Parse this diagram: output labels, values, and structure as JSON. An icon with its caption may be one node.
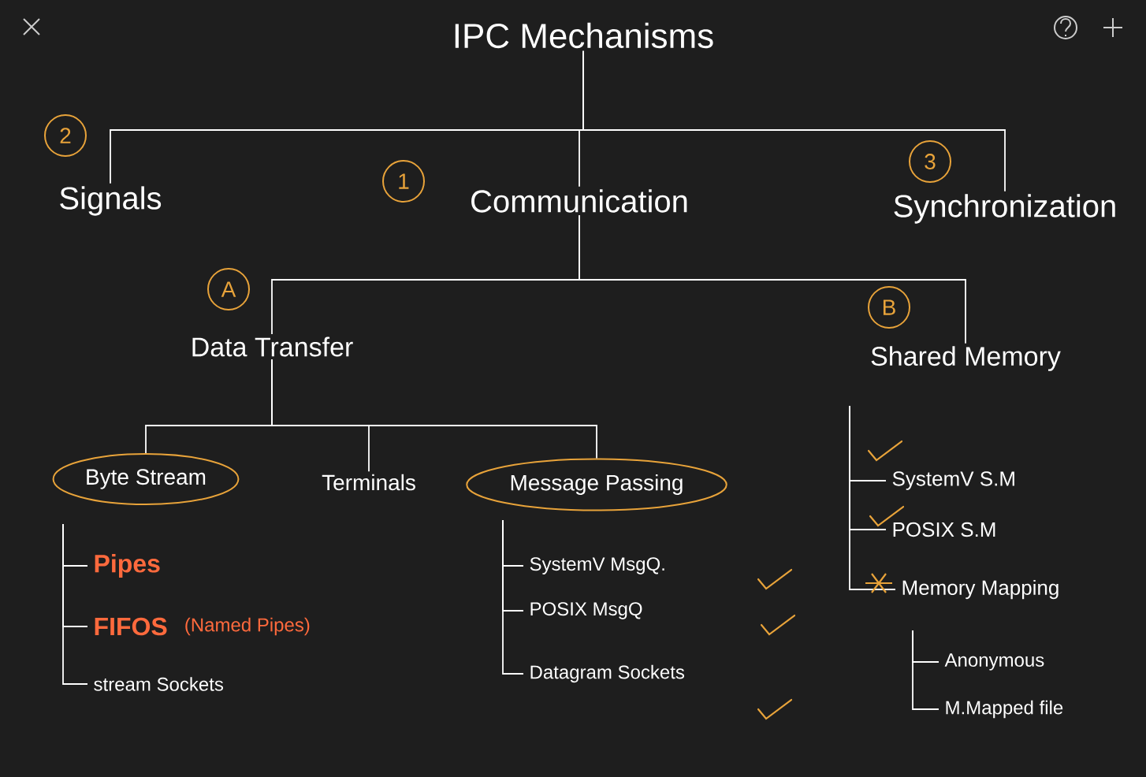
{
  "diagram": {
    "nodes": [
      {
        "text": [
          "IPC Mechanisms"
        ]
      },
      {
        "text": [
          "2"
        ]
      },
      {
        "text": [
          "Signals"
        ]
      },
      {
        "text": [
          "1"
        ]
      },
      {
        "text": [
          "Communication"
        ]
      },
      {
        "text": [
          "3"
        ]
      },
      {
        "text": [
          "Synchronization"
        ]
      },
      {
        "text": [
          "A"
        ]
      },
      {
        "text": [
          "Data Transfer"
        ]
      },
      {
        "text": [
          "B"
        ]
      },
      {
        "text": [
          "Shared Memory"
        ]
      },
      {
        "text": [
          "Byte Stream"
        ]
      },
      {
        "text": [
          "Terminals"
        ]
      },
      {
        "text": [
          "Message Passing"
        ]
      },
      {
        "text": [
          "Pipes"
        ]
      },
      {
        "text": [
          "FIFOS"
        ],
        "beside": [
          "(Named Pipes)"
        ]
      },
      {
        "text": [
          "stream Sockets"
        ]
      },
      {
        "text": [
          "SystemV MsgQ."
        ]
      },
      {
        "text": [
          "POSIX MsgQ"
        ]
      },
      {
        "text": [
          "Datagram Sockets"
        ]
      },
      {
        "text": [
          "SystemV S.M"
        ]
      },
      {
        "text": [
          "POSIX S.M"
        ]
      },
      {
        "text": [
          "Memory Mapping"
        ]
      },
      {
        "text": [
          "Anonymous"
        ]
      },
      {
        "text": [
          "M.Mapped file"
        ]
      }
    ],
    "edges": [
      {
        "from": 0,
        "to": 2,
        "arrow": "none"
      },
      {
        "from": 0,
        "to": 4,
        "arrow": "none"
      },
      {
        "from": 0,
        "to": 6,
        "arrow": "none"
      },
      {
        "from": 4,
        "to": 8,
        "arrow": "none"
      },
      {
        "from": 4,
        "to": 10,
        "arrow": "none"
      },
      {
        "from": 8,
        "to": 11,
        "arrow": "none"
      },
      {
        "from": 8,
        "to": 12,
        "arrow": "none"
      },
      {
        "from": 8,
        "to": 13,
        "arrow": "none"
      },
      {
        "from": 11,
        "to": 14,
        "arrow": "none"
      },
      {
        "from": 11,
        "to": 15,
        "arrow": "none"
      },
      {
        "from": 11,
        "to": 16,
        "arrow": "none"
      },
      {
        "from": 13,
        "to": 17,
        "arrow": "none"
      },
      {
        "from": 13,
        "to": 18,
        "arrow": "none"
      },
      {
        "from": 13,
        "to": 19,
        "arrow": "none"
      },
      {
        "from": 10,
        "to": 20,
        "arrow": "none"
      },
      {
        "from": 10,
        "to": 21,
        "arrow": "none"
      },
      {
        "from": 10,
        "to": 22,
        "arrow": "none"
      },
      {
        "from": 22,
        "to": 23,
        "arrow": "none"
      },
      {
        "from": 22,
        "to": 24,
        "arrow": "none"
      }
    ]
  }
}
